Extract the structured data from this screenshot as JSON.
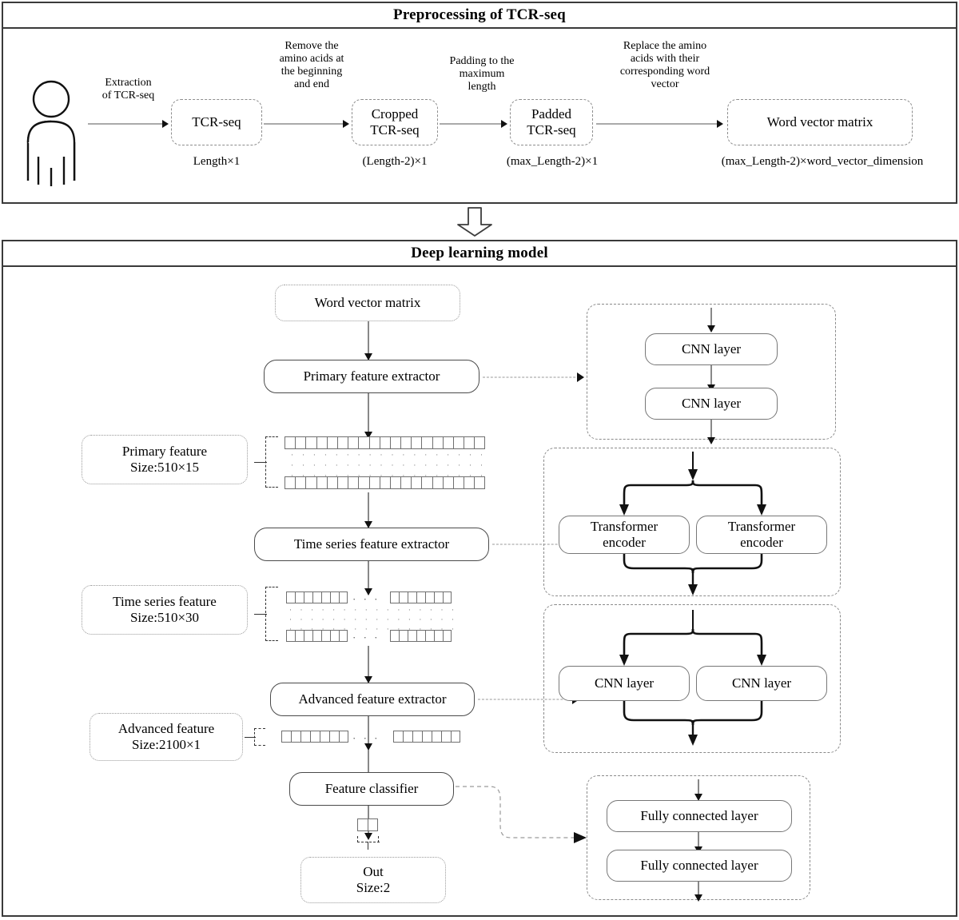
{
  "preprocessing": {
    "title": "Preprocessing of TCR-seq",
    "person_icon": "person-icon",
    "nodes": [
      {
        "id": "tcr-seq",
        "label": "TCR-seq",
        "caption": "Length×1"
      },
      {
        "id": "cropped-tcr-seq",
        "label": "Cropped\nTCR-seq",
        "line1": "Cropped",
        "line2": "TCR-seq",
        "caption": "(Length-2)×1"
      },
      {
        "id": "padded-tcr-seq",
        "label": "Padded\nTCR-seq",
        "line1": "Padded",
        "line2": "TCR-seq",
        "caption": "(max_Length-2)×1"
      },
      {
        "id": "word-vector-matrix",
        "label": "Word vector matrix",
        "caption": "(max_Length-2)×word_vector_dimension"
      }
    ],
    "arrow_labels": [
      {
        "id": "extraction",
        "lines": [
          "Extraction",
          "of TCR-seq"
        ]
      },
      {
        "id": "remove-amino-acids",
        "lines": [
          "Remove the",
          "amino acids at",
          "the beginning",
          "and end"
        ]
      },
      {
        "id": "padding",
        "lines": [
          "Padding to the",
          "maximum",
          "length"
        ]
      },
      {
        "id": "replace-amino-acids",
        "lines": [
          "Replace the amino",
          "acids with their",
          "corresponding word",
          "vector"
        ]
      }
    ]
  },
  "model": {
    "title": "Deep learning model",
    "pipeline": {
      "input": {
        "label": "Word vector matrix"
      },
      "primary_extractor": {
        "label": "Primary feature extractor"
      },
      "primary_feature": {
        "line1": "Primary feature",
        "line2": "Size:510×15"
      },
      "time_series_extractor": {
        "label": "Time series feature extractor"
      },
      "time_series_feature": {
        "line1": "Time series feature",
        "line2": "Size:510×30"
      },
      "advanced_extractor": {
        "label": "Advanced feature extractor"
      },
      "advanced_feature": {
        "line1": "Advanced feature",
        "line2": "Size:2100×1"
      },
      "classifier": {
        "label": "Feature classifier"
      },
      "output": {
        "line1": "Out",
        "line2": "Size:2"
      }
    },
    "detail_groups": [
      {
        "id": "primary-feature-extractor-detail",
        "layout": "serial",
        "blocks": [
          {
            "label": "CNN layer"
          },
          {
            "label": "CNN layer"
          }
        ]
      },
      {
        "id": "time-series-feature-extractor-detail",
        "layout": "parallel",
        "blocks": [
          {
            "line1": "Transformer",
            "line2": "encoder"
          },
          {
            "line1": "Transformer",
            "line2": "encoder"
          }
        ]
      },
      {
        "id": "advanced-feature-extractor-detail",
        "layout": "parallel",
        "blocks": [
          {
            "label": "CNN layer"
          },
          {
            "label": "CNN layer"
          }
        ]
      },
      {
        "id": "feature-classifier-detail",
        "layout": "serial",
        "blocks": [
          {
            "label": "Fully connected layer"
          },
          {
            "label": "Fully connected layer"
          }
        ]
      }
    ]
  }
}
